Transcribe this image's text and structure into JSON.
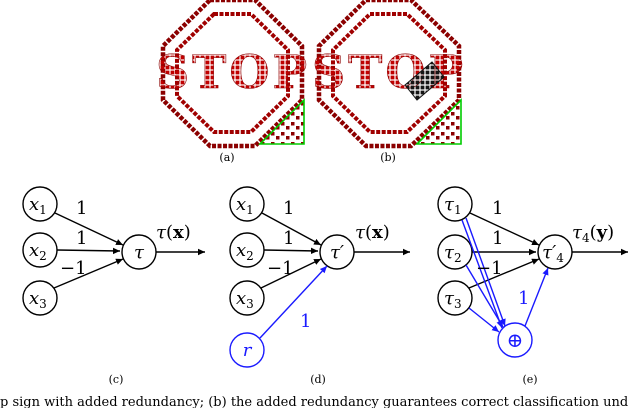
{
  "panels": {
    "a": {
      "caption": "(a)",
      "sign_text": "STOP"
    },
    "b": {
      "caption": "(b)",
      "sign_text": "STOP"
    },
    "c": {
      "caption": "(c)",
      "inputs": [
        {
          "var": "x",
          "sub": "1"
        },
        {
          "var": "x",
          "sub": "2"
        },
        {
          "var": "x",
          "sub": "3"
        }
      ],
      "weights": [
        "1",
        "1",
        "−1"
      ],
      "node": "τ",
      "output": {
        "fn": "τ",
        "arg": "x"
      }
    },
    "d": {
      "caption": "(d)",
      "inputs": [
        {
          "var": "x",
          "sub": "1"
        },
        {
          "var": "x",
          "sub": "2"
        },
        {
          "var": "x",
          "sub": "3"
        }
      ],
      "weights": [
        "1",
        "1",
        "−1"
      ],
      "node": "τ′",
      "output": {
        "fn": "τ",
        "arg": "x"
      },
      "redundancy_node": "r",
      "redundancy_weight": "1"
    },
    "e": {
      "caption": "(e)",
      "inputs": [
        {
          "var": "τ",
          "sub": "1"
        },
        {
          "var": "τ",
          "sub": "2"
        },
        {
          "var": "τ",
          "sub": "3"
        }
      ],
      "weights": [
        "1",
        "1",
        "−1"
      ],
      "node": {
        "var": "τ′",
        "sub": "4"
      },
      "output": {
        "fn": "τ",
        "sub": "4",
        "arg": "y"
      },
      "xor_node": "⊕",
      "xor_weight": "1"
    }
  },
  "caption_text": "p sign with added redundancy; (b) the added redundancy guarantees correct classification und",
  "colors": {
    "sign_red": "#c00000",
    "sign_border": "#8b0000",
    "redundancy_green": "#00cc00",
    "highlight_blue": "#1a1aff"
  }
}
